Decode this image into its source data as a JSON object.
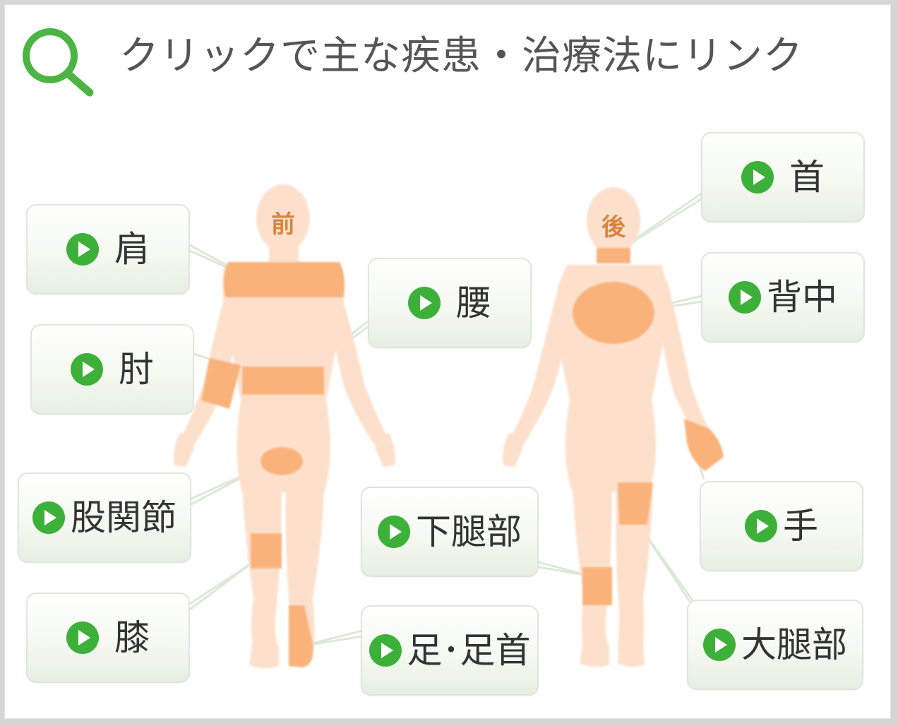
{
  "header": {
    "title": "クリックで主な疾患・治療法にリンク",
    "icon": "search-icon"
  },
  "figures": {
    "front_label": "前",
    "back_label": "後"
  },
  "regions": {
    "shoulder": "肩",
    "elbow": "肘",
    "hip_joint": "股関節",
    "knee": "膝",
    "lower_back": "腰",
    "lower_leg": "下腿部",
    "foot_ankle": "足･足首",
    "neck": "首",
    "upper_back": "背中",
    "hand": "手",
    "thigh": "大腿部"
  },
  "colors": {
    "accent_green": "#3db03a",
    "skin": "#fde0cc",
    "highlight": "#f9b27a",
    "label_text": "#d8843c"
  }
}
